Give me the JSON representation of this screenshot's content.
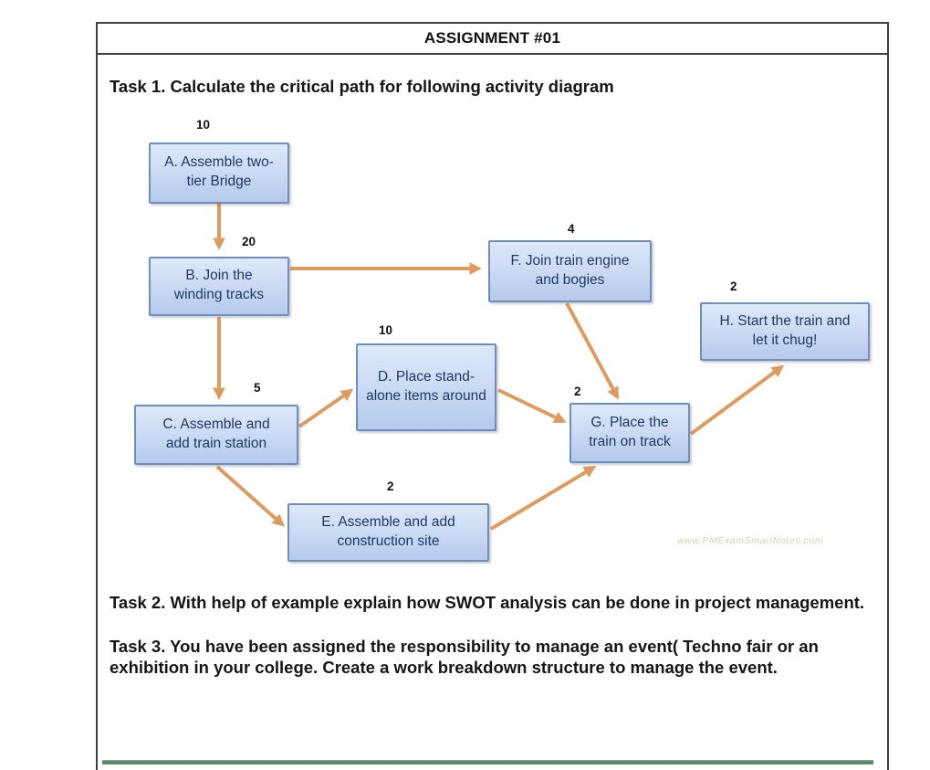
{
  "header": {
    "title": "ASSIGNMENT #01"
  },
  "tasks": {
    "task1": "Task 1. Calculate the critical path for following activity diagram",
    "task2": "Task 2. With help of example explain how SWOT analysis can be done in project management.",
    "task3": "Task 3.  You have been assigned the responsibility to manage an event( Techno fair or an exhibition in your college. Create a work breakdown structure to manage the event."
  },
  "diagram": {
    "type": "activity-network-diagram",
    "nodes": [
      {
        "id": "A",
        "label": "A. Assemble two-tier Bridge",
        "duration": "10"
      },
      {
        "id": "B",
        "label": "B. Join the winding tracks",
        "duration": "20"
      },
      {
        "id": "C",
        "label": "C. Assemble and add train station",
        "duration": "5"
      },
      {
        "id": "D",
        "label": "D. Place stand-alone items around",
        "duration": "10"
      },
      {
        "id": "E",
        "label": "E. Assemble and add construction site",
        "duration": "2"
      },
      {
        "id": "F",
        "label": "F. Join train engine and bogies",
        "duration": "4"
      },
      {
        "id": "G",
        "label": "G. Place the train on track",
        "duration": "2"
      },
      {
        "id": "H",
        "label": "H. Start the train and let it chug!",
        "duration": "2"
      }
    ],
    "edges": [
      [
        "A",
        "B"
      ],
      [
        "B",
        "F"
      ],
      [
        "B",
        "C"
      ],
      [
        "C",
        "D"
      ],
      [
        "C",
        "E"
      ],
      [
        "D",
        "G"
      ],
      [
        "E",
        "G"
      ],
      [
        "F",
        "G"
      ],
      [
        "G",
        "H"
      ]
    ],
    "watermark": "www.PMExamSmartNotes.com",
    "colors": {
      "arrow": "#DE9B60",
      "node_fill_top": "#DDE9F9",
      "node_fill_bottom": "#B5C9EC",
      "node_border": "#6E8EC1",
      "node_text": "#1F3A68",
      "page_border": "#3F3F3F",
      "divider_green": "#4E7F63",
      "watermark_text": "#D5CEBC"
    }
  }
}
